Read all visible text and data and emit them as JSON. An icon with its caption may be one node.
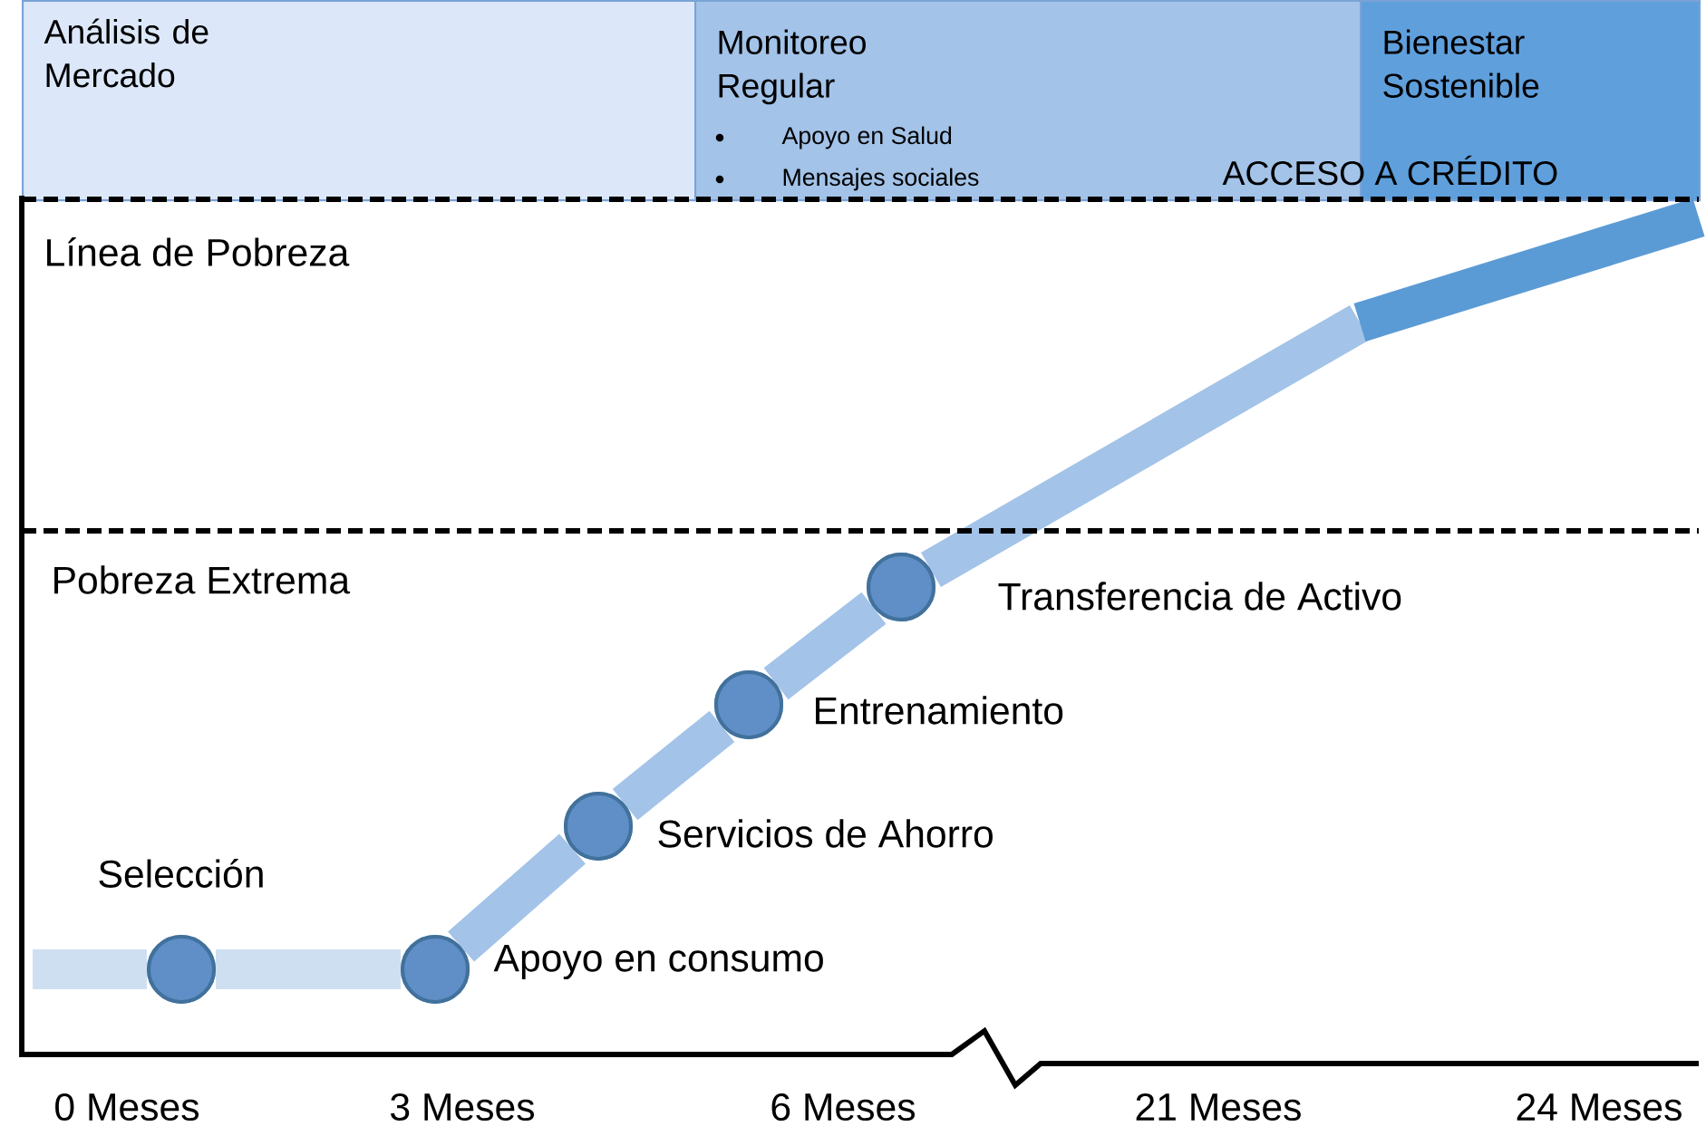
{
  "diagram": {
    "nodes": [
      {
        "text": [
          "Análisis de Mercado"
        ]
      },
      {
        "text": [
          "Monitoreo Regular",
          "Apoyo en Salud",
          "Mensajes sociales"
        ]
      },
      {
        "text": [
          "Bienestar Sostenible"
        ]
      },
      {
        "text": [],
        "shape": "circle",
        "beside": [
          "Selección"
        ]
      },
      {
        "text": [],
        "shape": "circle",
        "beside": [
          "Apoyo en consumo"
        ]
      },
      {
        "text": [],
        "shape": "circle",
        "beside": [
          "Servicios de Ahorro"
        ]
      },
      {
        "text": [],
        "shape": "circle",
        "beside": [
          "Entrenamiento"
        ]
      },
      {
        "text": [],
        "shape": "circle",
        "beside": [
          "Transferencia de Activo"
        ]
      }
    ],
    "edges": [
      {
        "from": null,
        "to": 3,
        "arrow": "none",
        "color": "#cfdff2"
      },
      {
        "from": 3,
        "to": 4,
        "arrow": "none",
        "color": "#cfdff2"
      },
      {
        "from": 4,
        "to": 5,
        "arrow": "none"
      },
      {
        "from": 5,
        "to": 6,
        "arrow": "none"
      },
      {
        "from": 6,
        "to": 7,
        "arrow": "none"
      },
      {
        "from": 7,
        "to": null,
        "arrow": "none"
      }
    ],
    "labels": [
      "ACCESO A CRÉDITO",
      "Línea de Pobreza",
      "Pobreza Extrema",
      "0 Meses",
      "3 Meses",
      "6 Meses",
      "21 Meses",
      "24 Meses"
    ]
  }
}
